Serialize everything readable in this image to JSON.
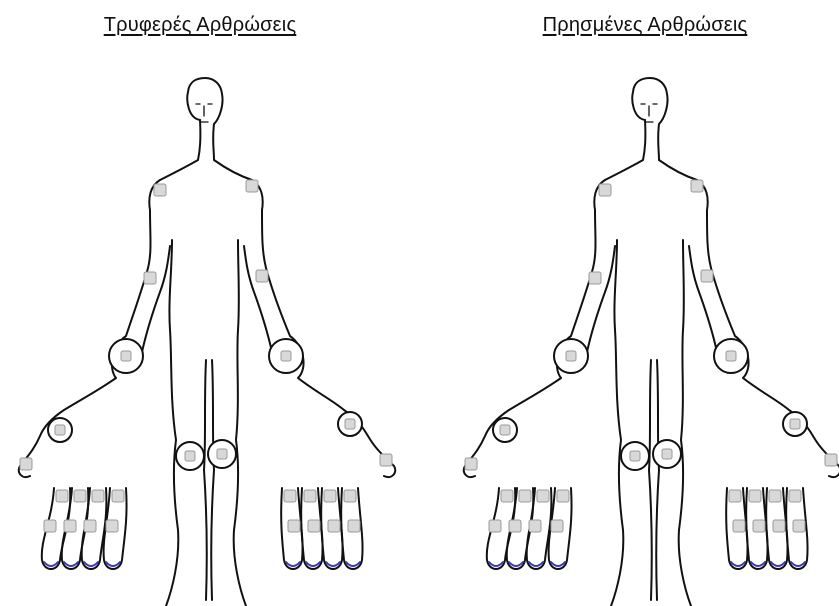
{
  "panels": [
    {
      "id": "tender",
      "title": "Τρυφερές Αρθρώσεις"
    },
    {
      "id": "swollen",
      "title": "Πρησμένες Αρθρώσεις"
    }
  ],
  "joint_groups": [
    "shoulders",
    "elbows",
    "wrists",
    "knees",
    "hand-mcp",
    "hand-pip",
    "thumb"
  ],
  "colors": {
    "outline": "#111111",
    "joint_marker": "#d8d8d8",
    "nail_tint": "#3b3bb0",
    "background": "#ffffff"
  }
}
